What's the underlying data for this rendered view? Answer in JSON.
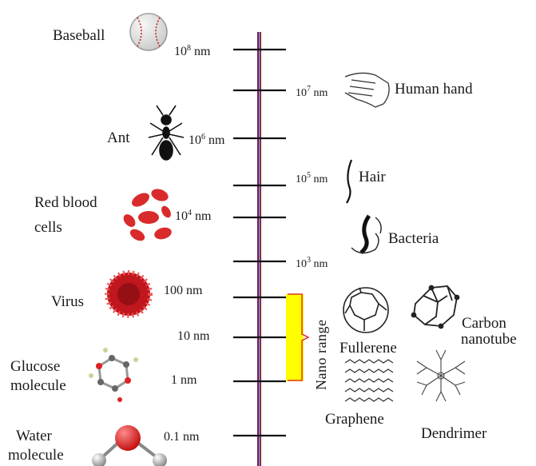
{
  "scale_marks": [
    {
      "base": "10",
      "exp": "8",
      "unit": "nm"
    },
    {
      "base": "10",
      "exp": "7",
      "unit": "nm"
    },
    {
      "base": "10",
      "exp": "6",
      "unit": "nm"
    },
    {
      "base": "10",
      "exp": "5",
      "unit": "nm"
    },
    {
      "base": "10",
      "exp": "4",
      "unit": "nm"
    },
    {
      "base": "10",
      "exp": "3",
      "unit": "nm"
    },
    {
      "text": "100 nm"
    },
    {
      "text": "10 nm"
    },
    {
      "text": "1 nm"
    },
    {
      "text": "0.1 nm"
    }
  ],
  "objects": {
    "baseball": "Baseball",
    "human_hand": "Human hand",
    "ant": "Ant",
    "hair": "Hair",
    "red_blood_cells_line1": "Red blood",
    "red_blood_cells_line2": "cells",
    "bacteria": "Bacteria",
    "virus": "Virus",
    "glucose_line1": "Glucose",
    "glucose_line2": "molecule",
    "water_line1": "Water",
    "water_line2": "molecule"
  },
  "nano_range": {
    "label": "Nano range",
    "bracket_color": "#ffff00",
    "bracket_stroke": "#e03030",
    "materials": {
      "fullerene": "Fullerene",
      "carbon_nanotube_line1": "Carbon",
      "carbon_nanotube_line2": "nanotube",
      "graphene": "Graphene",
      "dendrimer": "Dendrimer"
    }
  },
  "colors": {
    "axis": "#7a1f3a",
    "axis_inner": "#6a6ad8",
    "blood": "#d92b2b",
    "virus": "#c0161d"
  }
}
